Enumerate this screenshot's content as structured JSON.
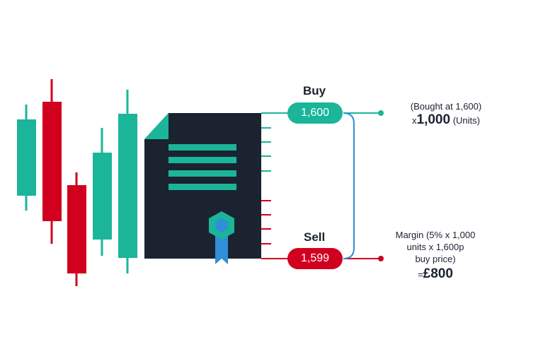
{
  "colors": {
    "green": "#1bb59a",
    "red": "#d1001f",
    "navy": "#1b2230",
    "blue": "#2f8fd8"
  },
  "icons": {
    "document": "contract-document-icon",
    "ribbon": "award-ribbon-icon"
  },
  "buy": {
    "heading": "Buy",
    "price": "1,600"
  },
  "sell": {
    "heading": "Sell",
    "price": "1,599"
  },
  "buy_note": {
    "line1": "(Bought at 1,600)",
    "prefix": "x",
    "quantity": "1,000",
    "suffix": "(Units)"
  },
  "margin_note": {
    "line1": "Margin (5% x 1,000",
    "line2": "units x 1,600p",
    "line3": "buy price)",
    "result_prefix": "=",
    "result_value": "£800"
  }
}
